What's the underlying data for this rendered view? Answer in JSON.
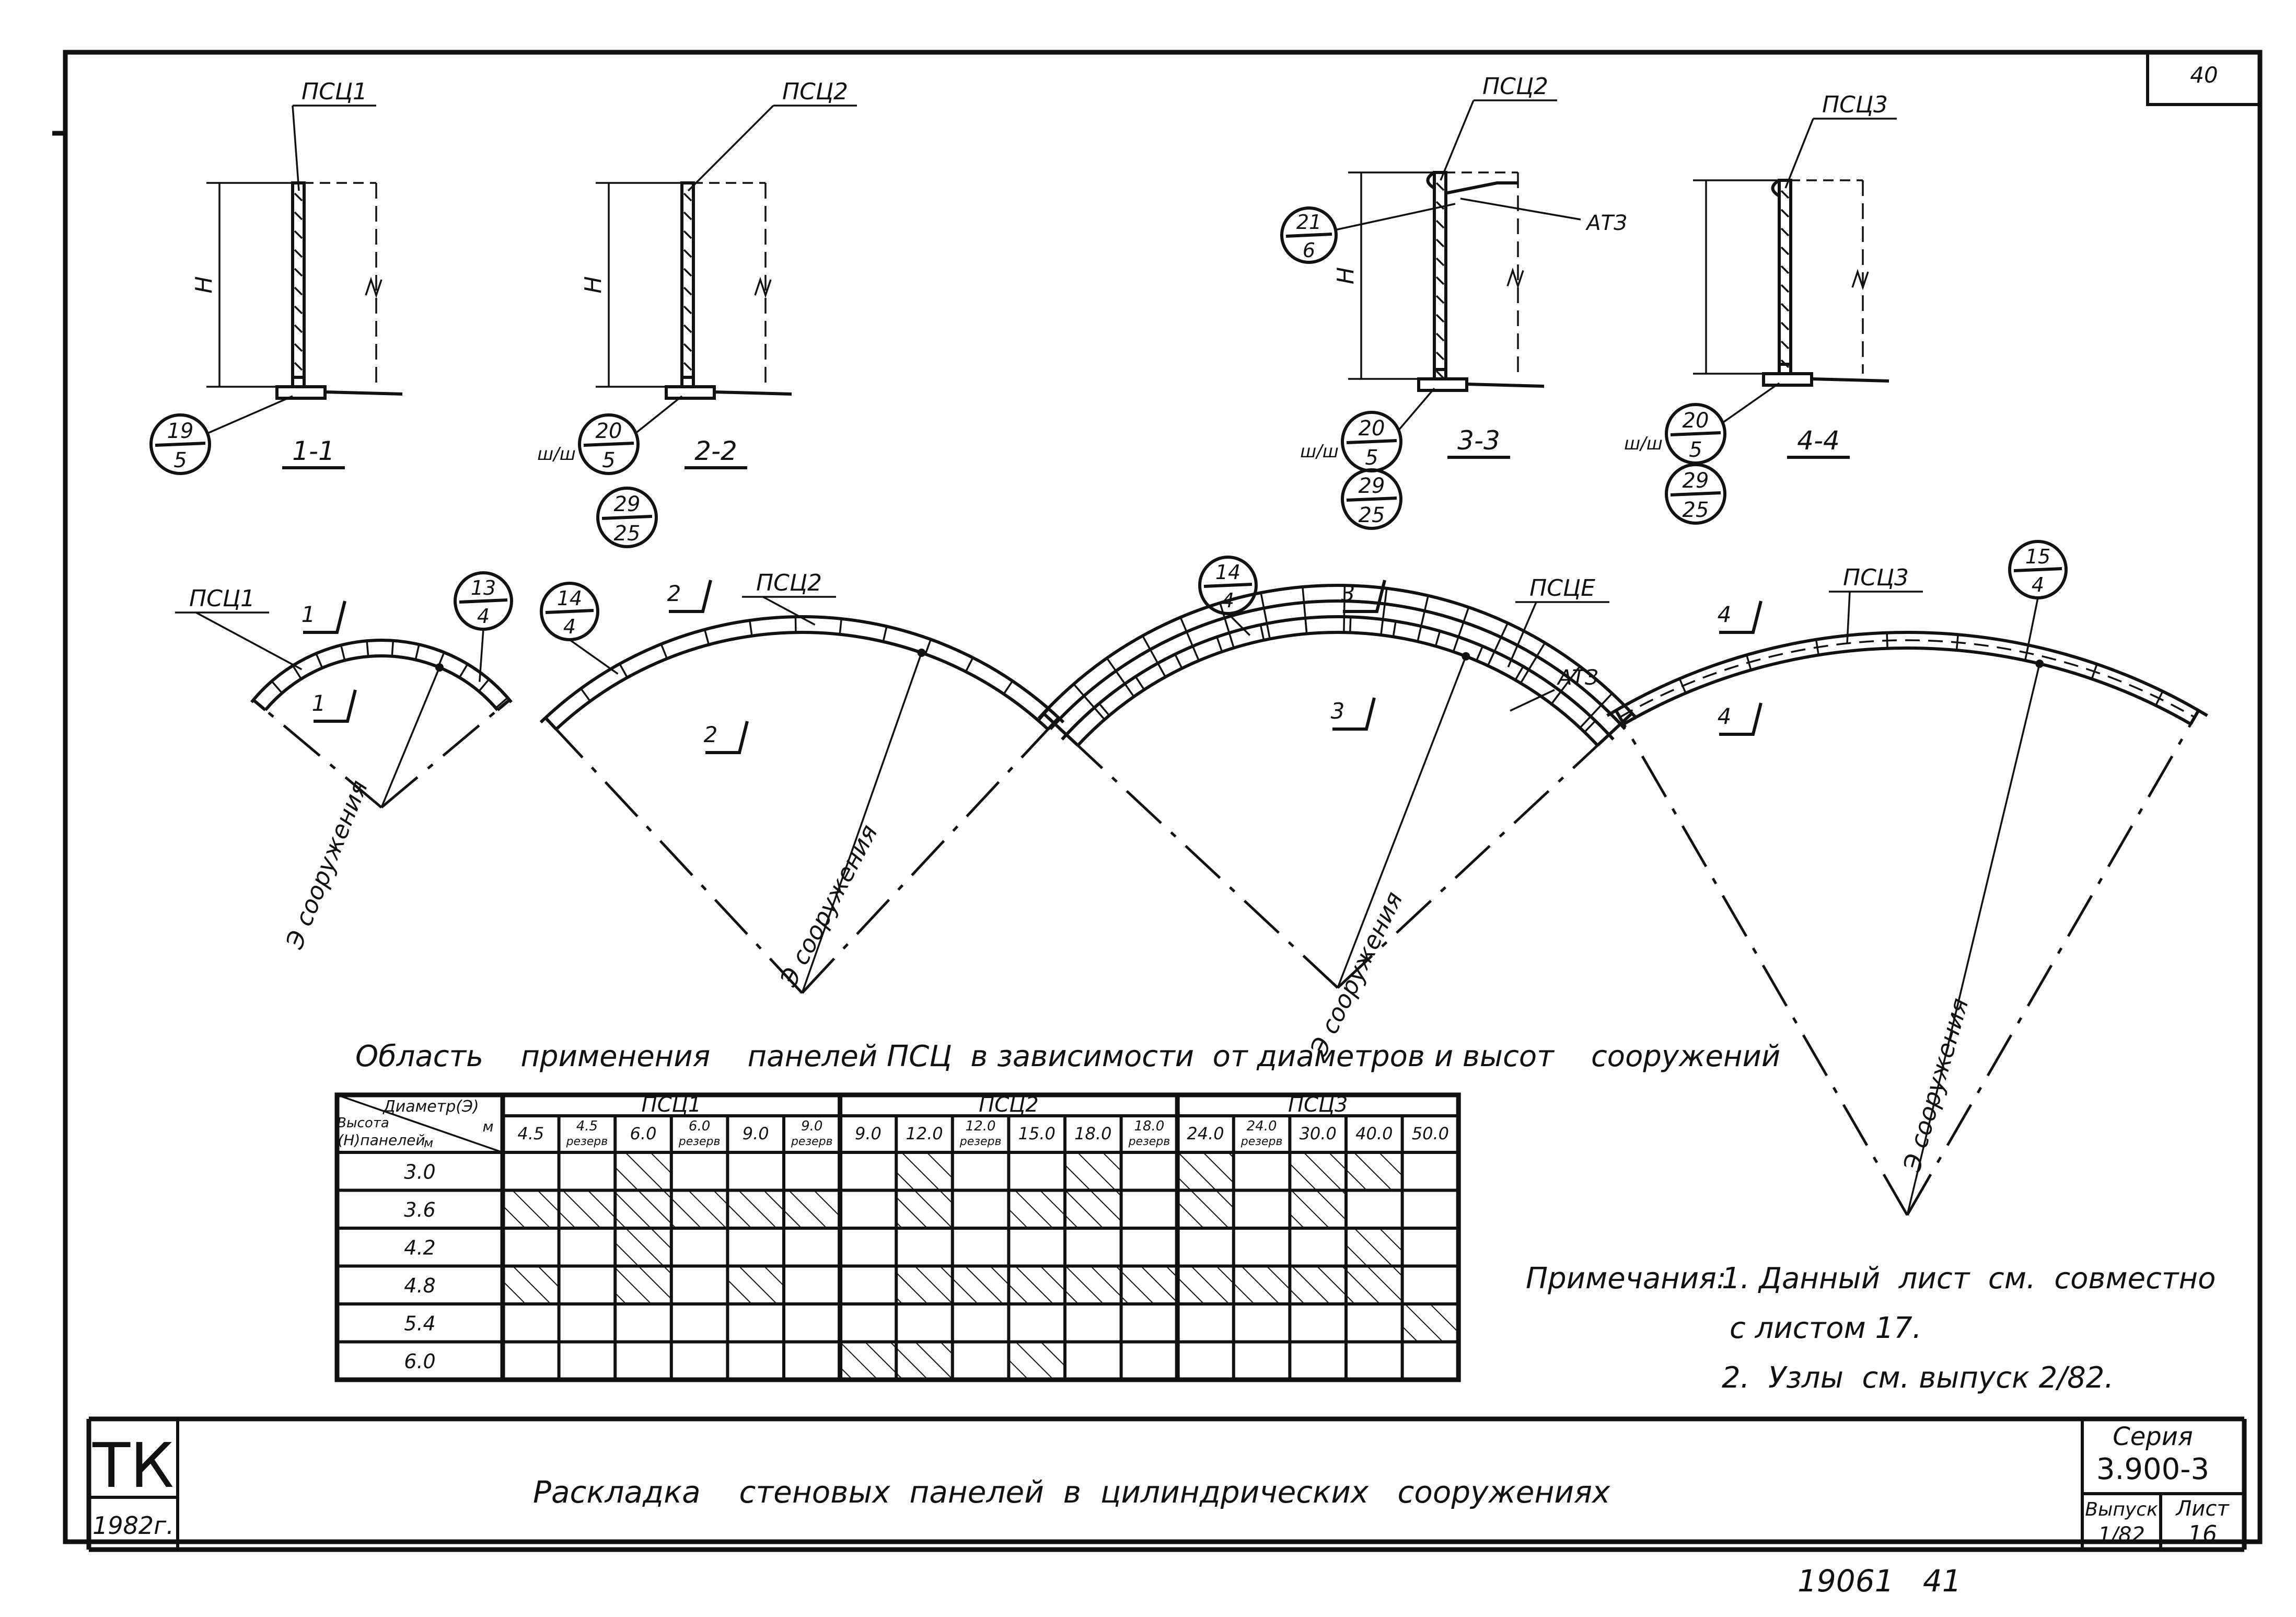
{
  "sheet_number": "40",
  "stamp_text": "19061   41",
  "sections": [
    {
      "id": "s1",
      "top_label": "ПСЦ1",
      "title": "1-1",
      "height_label": "H",
      "bottom_prefix": "",
      "circles": [
        [
          "19",
          "5"
        ]
      ]
    },
    {
      "id": "s2",
      "top_label": "ПСЦ2",
      "title": "2-2",
      "height_label": "H",
      "bottom_prefix": "ш/ш",
      "circles": [
        [
          "20",
          "5"
        ],
        [
          "29",
          "25"
        ]
      ]
    },
    {
      "id": "s3",
      "top_label": "ПСЦ2",
      "title": "3-3",
      "height_label": "H",
      "bottom_prefix": "ш/ш",
      "side_label": "АТЗ",
      "side_circle": [
        "21",
        "6"
      ],
      "circles": [
        [
          "20",
          "5"
        ],
        [
          "29",
          "25"
        ]
      ]
    },
    {
      "id": "s4",
      "top_label": "ПСЦ3",
      "title": "4-4",
      "height_label": "",
      "bottom_prefix": "ш/ш",
      "circles": [
        [
          "20",
          "5"
        ],
        [
          "29",
          "25"
        ]
      ]
    }
  ],
  "plans": [
    {
      "id": "p1",
      "panel_label": "ПСЦ1",
      "radius_label": "Э сооружения",
      "circle": [
        "13",
        "4"
      ],
      "cut_labels": [
        "1",
        "1"
      ]
    },
    {
      "id": "p2",
      "panel_label": "ПСЦ2",
      "radius_label": "Э сооружения",
      "circle": [
        "14",
        "4"
      ],
      "cut_labels": [
        "2",
        "2"
      ]
    },
    {
      "id": "p3",
      "panel_label": "ПСЦЕ",
      "side_label": "АТЗ",
      "radius_label": "Э сооружения",
      "circle": [
        "14",
        "4"
      ],
      "cut_labels": [
        "3",
        "3"
      ]
    },
    {
      "id": "p4",
      "panel_label": "ПСЦ3",
      "radius_label": "Э сооружения",
      "circle": [
        "15",
        "4"
      ],
      "cut_labels": [
        "4",
        "4"
      ]
    }
  ],
  "table": {
    "title": "Область    применения    панелей ПСЦ  в зависимости  от диаметров и высот    сооружений",
    "corner_top": "Диаметр(Э)",
    "corner_unit": "м",
    "corner_bottom_1": "Высота",
    "corner_bottom_2": "(H)панелей",
    "corner_bottom_unit": "м",
    "groups": [
      {
        "label": "ПСЦ1",
        "span": 6
      },
      {
        "label": "ПСЦ2",
        "span": 6
      },
      {
        "label": "ПСЦ3",
        "span": 5
      }
    ],
    "columns": [
      "4.5",
      "4.5 резерв",
      "6.0",
      "6.0 резерв",
      "9.0",
      "9.0 резерв",
      "9.0",
      "12.0",
      "12.0 резерв",
      "15.0",
      "18.0",
      "18.0 резерв",
      "24.0",
      "24.0 резерв",
      "30.0",
      "40.0",
      "50.0"
    ],
    "rows": [
      {
        "height": "3.0",
        "cells": [
          0,
          0,
          1,
          0,
          0,
          0,
          0,
          1,
          0,
          0,
          1,
          0,
          1,
          0,
          1,
          1,
          0
        ]
      },
      {
        "height": "3.6",
        "cells": [
          1,
          1,
          1,
          1,
          1,
          1,
          0,
          1,
          0,
          1,
          1,
          0,
          1,
          0,
          1,
          0,
          0
        ]
      },
      {
        "height": "4.2",
        "cells": [
          0,
          0,
          1,
          0,
          0,
          0,
          0,
          0,
          0,
          0,
          0,
          0,
          0,
          0,
          0,
          1,
          0
        ]
      },
      {
        "height": "4.8",
        "cells": [
          1,
          0,
          1,
          0,
          1,
          0,
          0,
          1,
          1,
          1,
          1,
          1,
          1,
          1,
          1,
          1,
          0
        ]
      },
      {
        "height": "5.4",
        "cells": [
          0,
          0,
          0,
          0,
          0,
          0,
          0,
          0,
          0,
          0,
          0,
          0,
          0,
          0,
          0,
          0,
          1
        ]
      },
      {
        "height": "6.0",
        "cells": [
          0,
          0,
          0,
          0,
          0,
          0,
          1,
          1,
          0,
          1,
          0,
          0,
          0,
          0,
          0,
          0,
          0
        ]
      }
    ]
  },
  "notes": {
    "heading": "Примечания:",
    "line1": "1. Данный  лист  см.  совместно",
    "line2": "с листом 17.",
    "line3": "2.  Узлы  см. выпуск 2/82."
  },
  "title_block": {
    "logo": "ТК",
    "year": "1982г.",
    "title": "Раскладка    стеновых  панелей  в  цилиндрических   сооружениях",
    "series_label": "Серия",
    "series_value": "3.900-3",
    "issue_label": "Выпуск",
    "issue_value": "1/82",
    "sheet_label": "Лист",
    "sheet_value": "16"
  }
}
